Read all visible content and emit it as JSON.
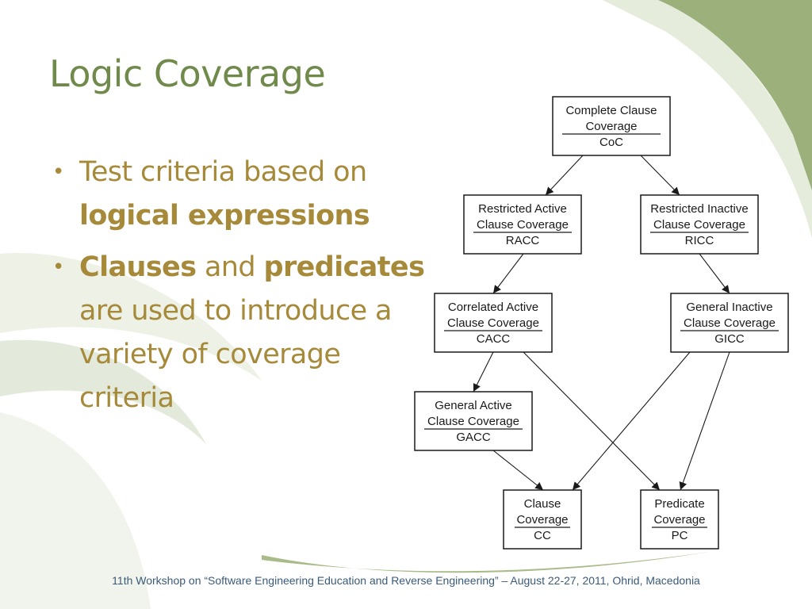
{
  "slide": {
    "title": "Logic Coverage",
    "bullets": [
      {
        "segments": [
          {
            "text": "Test criteria based on ",
            "bold": false
          },
          {
            "text": "logical expressions",
            "bold": true
          }
        ]
      },
      {
        "segments": [
          {
            "text": "Clauses",
            "bold": true
          },
          {
            "text": " and ",
            "bold": false
          },
          {
            "text": "predicates",
            "bold": true
          },
          {
            "text": " are used to introduce a variety of coverage criteria",
            "bold": false
          }
        ]
      }
    ],
    "footer": "11th Workshop on “Software Engineering Education and Reverse Engineering” – August 22-27, 2011, Ohrid, Macedonia",
    "colors": {
      "title": "#6f8a4a",
      "bullet_text": "#a68a3a",
      "footer": "#3a5a7a",
      "accent_green": "#8fa86a"
    }
  },
  "diagram": {
    "nodes": [
      {
        "id": "coc",
        "line1": "Complete Clause",
        "line2": "Coverage",
        "abbr": "CoC"
      },
      {
        "id": "racc",
        "line1": "Restricted Active",
        "line2": "Clause Coverage",
        "abbr": "RACC"
      },
      {
        "id": "ricc",
        "line1": "Restricted Inactive",
        "line2": "Clause Coverage",
        "abbr": "RICC"
      },
      {
        "id": "cacc",
        "line1": "Correlated Active",
        "line2": "Clause Coverage",
        "abbr": "CACC"
      },
      {
        "id": "gicc",
        "line1": "General Inactive",
        "line2": "Clause Coverage",
        "abbr": "GICC"
      },
      {
        "id": "gacc",
        "line1": "General Active",
        "line2": "Clause Coverage",
        "abbr": "GACC"
      },
      {
        "id": "cc",
        "line1": "Clause",
        "line2": "Coverage",
        "abbr": "CC"
      },
      {
        "id": "pc",
        "line1": "Predicate",
        "line2": "Coverage",
        "abbr": "PC"
      }
    ],
    "edges": [
      {
        "from": "coc",
        "to": "racc"
      },
      {
        "from": "coc",
        "to": "ricc"
      },
      {
        "from": "racc",
        "to": "cacc"
      },
      {
        "from": "ricc",
        "to": "gicc"
      },
      {
        "from": "cacc",
        "to": "gacc"
      },
      {
        "from": "cacc",
        "to": "pc"
      },
      {
        "from": "gicc",
        "to": "cc"
      },
      {
        "from": "gicc",
        "to": "pc"
      },
      {
        "from": "gacc",
        "to": "cc"
      }
    ]
  }
}
